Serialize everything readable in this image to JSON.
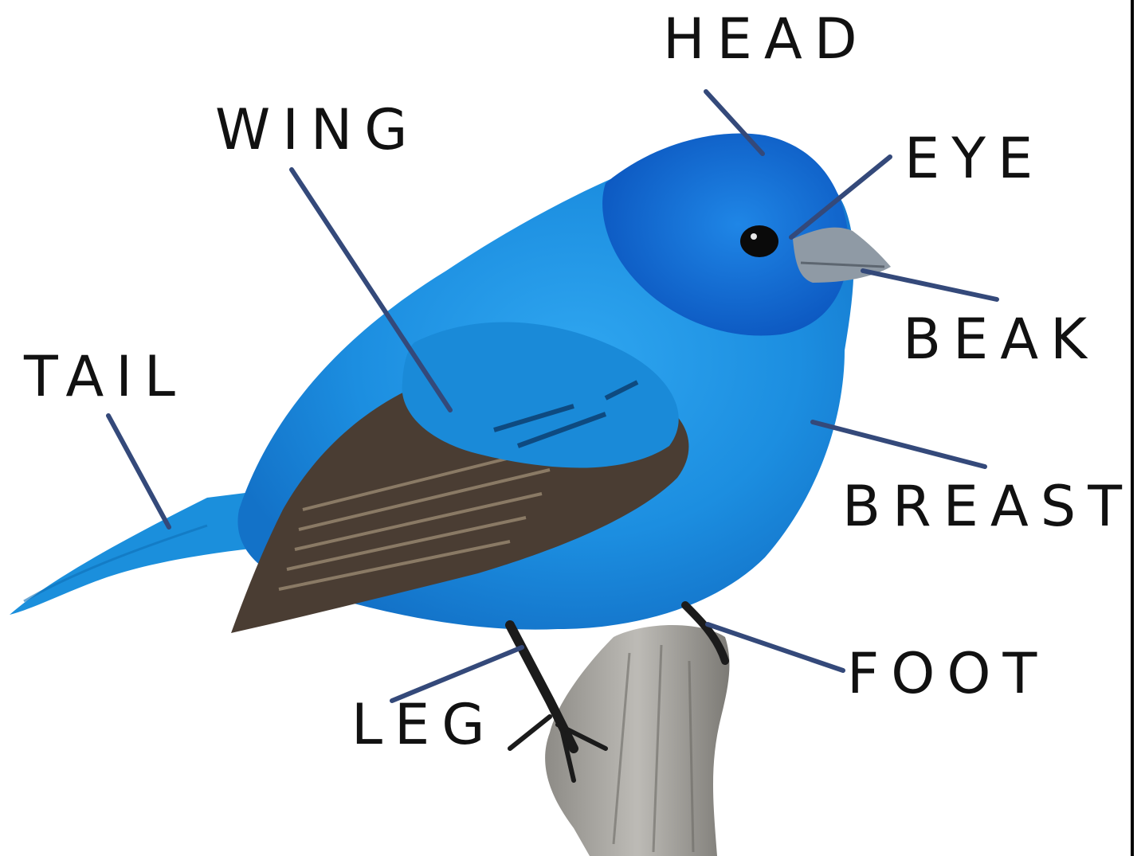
{
  "labels": {
    "head": "HEAD",
    "wing": "WING",
    "eye": "EYE",
    "beak": "BEAK",
    "tail": "TAIL",
    "breast": "BREAST",
    "foot": "FOOT",
    "leg": "LEG"
  },
  "colors": {
    "leader_line": "#34497a",
    "bird_blue": "#1e8fe0",
    "bird_dark_blue": "#0a5bc4",
    "wing_brown": "#5a4a3a",
    "branch_gray": "#a9a7a2"
  },
  "icons": {
    "bird": "indigo-bunting-illustration",
    "branch": "wooden-branch-illustration"
  }
}
